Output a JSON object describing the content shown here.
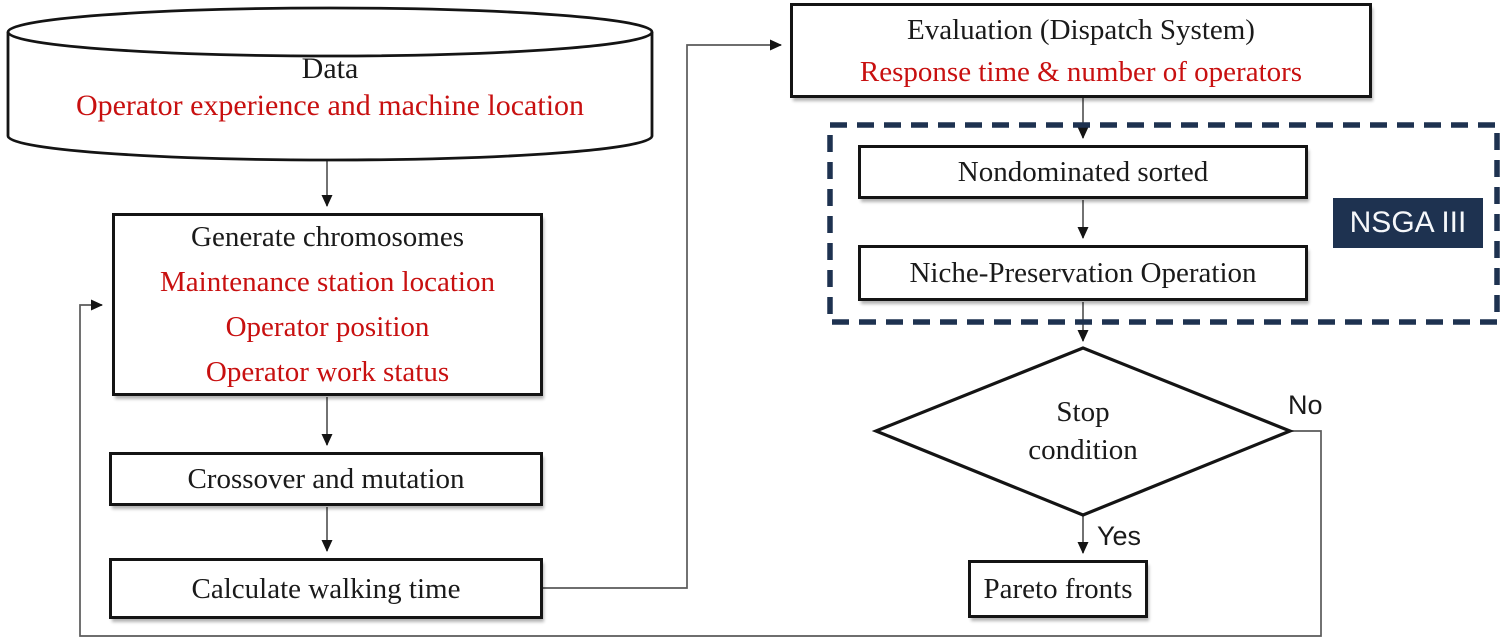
{
  "colors": {
    "accent_red": "#c81010",
    "accent_navy": "#1e3250",
    "box_border": "#141414",
    "connector": "#5a5a5a",
    "background": "#ffffff"
  },
  "nodes": {
    "data_store": {
      "title": "Data",
      "subtitle": "Operator experience and machine location"
    },
    "generate": {
      "title": "Generate chromosomes",
      "details": [
        "Maintenance station location",
        "Operator position",
        "Operator work status"
      ]
    },
    "crossover": {
      "label": "Crossover and mutation"
    },
    "calculate": {
      "label": "Calculate walking time"
    },
    "evaluation": {
      "title": "Evaluation (Dispatch System)",
      "subtitle": "Response time & number of operators"
    },
    "nondominated": {
      "label": "Nondominated sorted"
    },
    "niche": {
      "label": "Niche-Preservation Operation"
    },
    "nsga_badge": {
      "label": "NSGA III"
    },
    "stop": {
      "label": "Stop condition"
    },
    "pareto": {
      "label": "Pareto fronts"
    }
  },
  "edges": {
    "yes_label": "Yes",
    "no_label": "No"
  }
}
